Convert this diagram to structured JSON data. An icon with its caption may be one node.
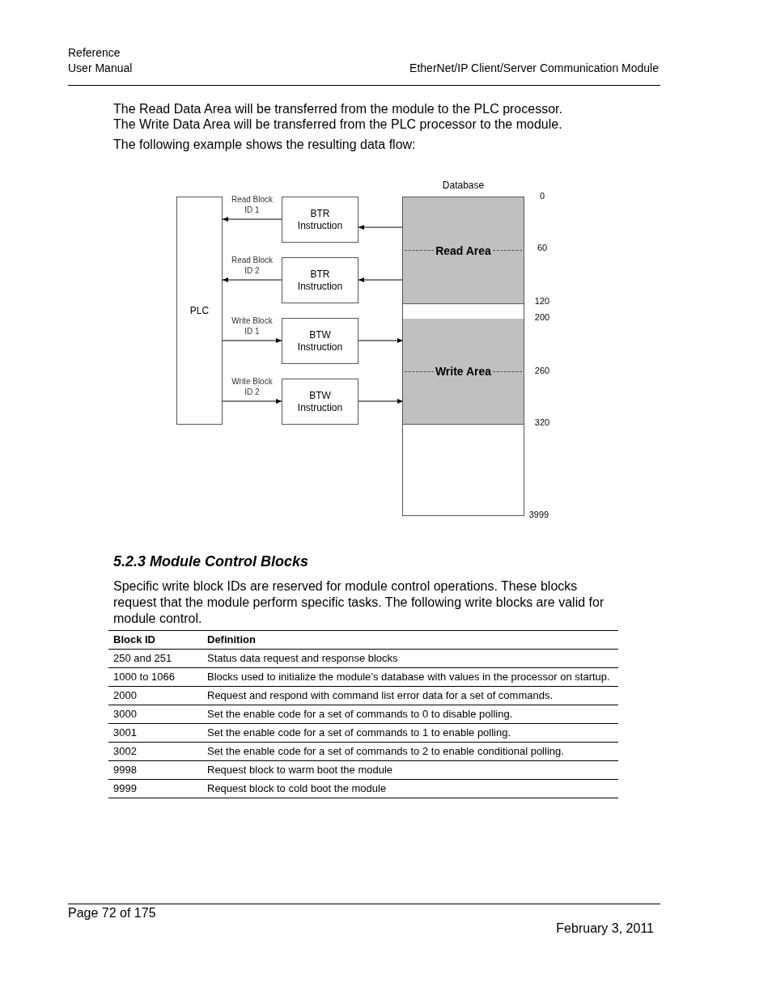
{
  "diagram": {
    "nodes": [
      {
        "text": [
          "PLC"
        ]
      },
      {
        "text": [
          "BTR Instruction"
        ]
      },
      {
        "text": [
          "BTR Instruction"
        ]
      },
      {
        "text": [
          "BTW Instruction"
        ]
      },
      {
        "text": [
          "BTW Instruction"
        ]
      },
      {
        "text": [
          "Database"
        ]
      },
      {
        "text": [
          "Read Area"
        ],
        "in": 5
      },
      {
        "text": [
          "Write Area"
        ],
        "in": 5
      }
    ],
    "edges": [
      {
        "from": 1,
        "to": 0,
        "arrow": "to",
        "label": "Read Block ID 1"
      },
      {
        "from": 2,
        "to": 0,
        "arrow": "to",
        "label": "Read Block ID 2"
      },
      {
        "from": 0,
        "to": 3,
        "arrow": "to",
        "label": "Write Block ID 1"
      },
      {
        "from": 0,
        "to": 4,
        "arrow": "to",
        "label": "Write Block ID 2"
      },
      {
        "from": 6,
        "to": 1,
        "arrow": "to"
      },
      {
        "from": 6,
        "to": 2,
        "arrow": "to"
      },
      {
        "from": 3,
        "to": 7,
        "arrow": "to"
      },
      {
        "from": 4,
        "to": 7,
        "arrow": "to"
      }
    ],
    "labels": [
      "Reference",
      "User Manual",
      "EtherNet/IP Client/Server Communication Module",
      "The Read Data Area will be transferred from the module to the PLC processor.",
      "The Write Data Area will be transferred from the PLC processor to the module.",
      "The following example shows the resulting data flow:",
      "0",
      "60",
      "120",
      "200",
      "260",
      "320",
      "3999",
      "5.2.3 Module Control Blocks",
      "Specific write block IDs are reserved for module control operations. These blocks request that the module perform specific tasks. The following write blocks are valid for module control.",
      "Block ID",
      "Definition",
      "250 and 251",
      "Status data request and response blocks",
      "1000 to 1066",
      "Blocks used to initialize the module’s database with values in the processor on startup.",
      "2000",
      "Request and respond with command list error data for a set of commands.",
      "3000",
      "Set the enable code for a set of commands to 0 to disable polling.",
      "3001",
      "Set the enable code for a set of commands to 1 to enable polling.",
      "3002",
      "Set the enable code for a set of commands to 2 to enable conditional polling.",
      "9998",
      "Request block to warm boot the module",
      "9999",
      "Request block to cold boot the module",
      "Page 72 of 175",
      "February 3, 2011"
    ]
  }
}
